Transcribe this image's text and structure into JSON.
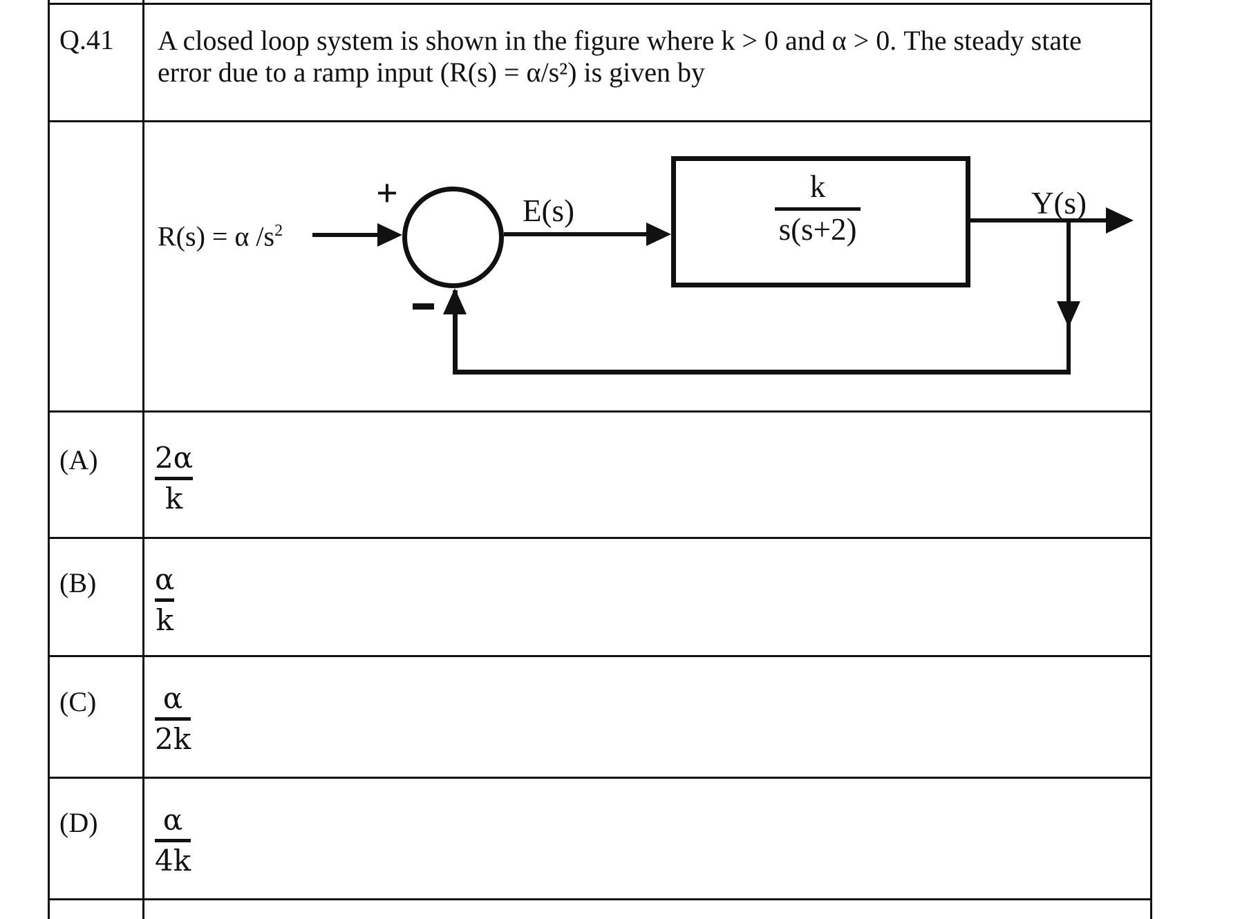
{
  "colors": {
    "ink": "#111111",
    "paper": "#ffffff"
  },
  "question": {
    "number": "Q.41",
    "text_line1": "A closed loop system is shown in the figure where k > 0 and α > 0. The steady state",
    "text_line2": "error due to a ramp input (R(s) = α/s²) is given by"
  },
  "diagram": {
    "input_label_base": "R(s) = α /s",
    "input_label_sup": "2",
    "plus_sign": "+",
    "minus_sign": "−",
    "error_label": "E(s)",
    "block_numerator": "k",
    "block_denominator": "s(s+2)",
    "output_label": "Y(s)"
  },
  "options": [
    {
      "label": "(A)",
      "numerator": "2α",
      "denominator": "k"
    },
    {
      "label": "(B)",
      "numerator": "α",
      "denominator": "k"
    },
    {
      "label": "(C)",
      "numerator": "α",
      "denominator": "2k"
    },
    {
      "label": "(D)",
      "numerator": "α",
      "denominator": "4k"
    }
  ]
}
